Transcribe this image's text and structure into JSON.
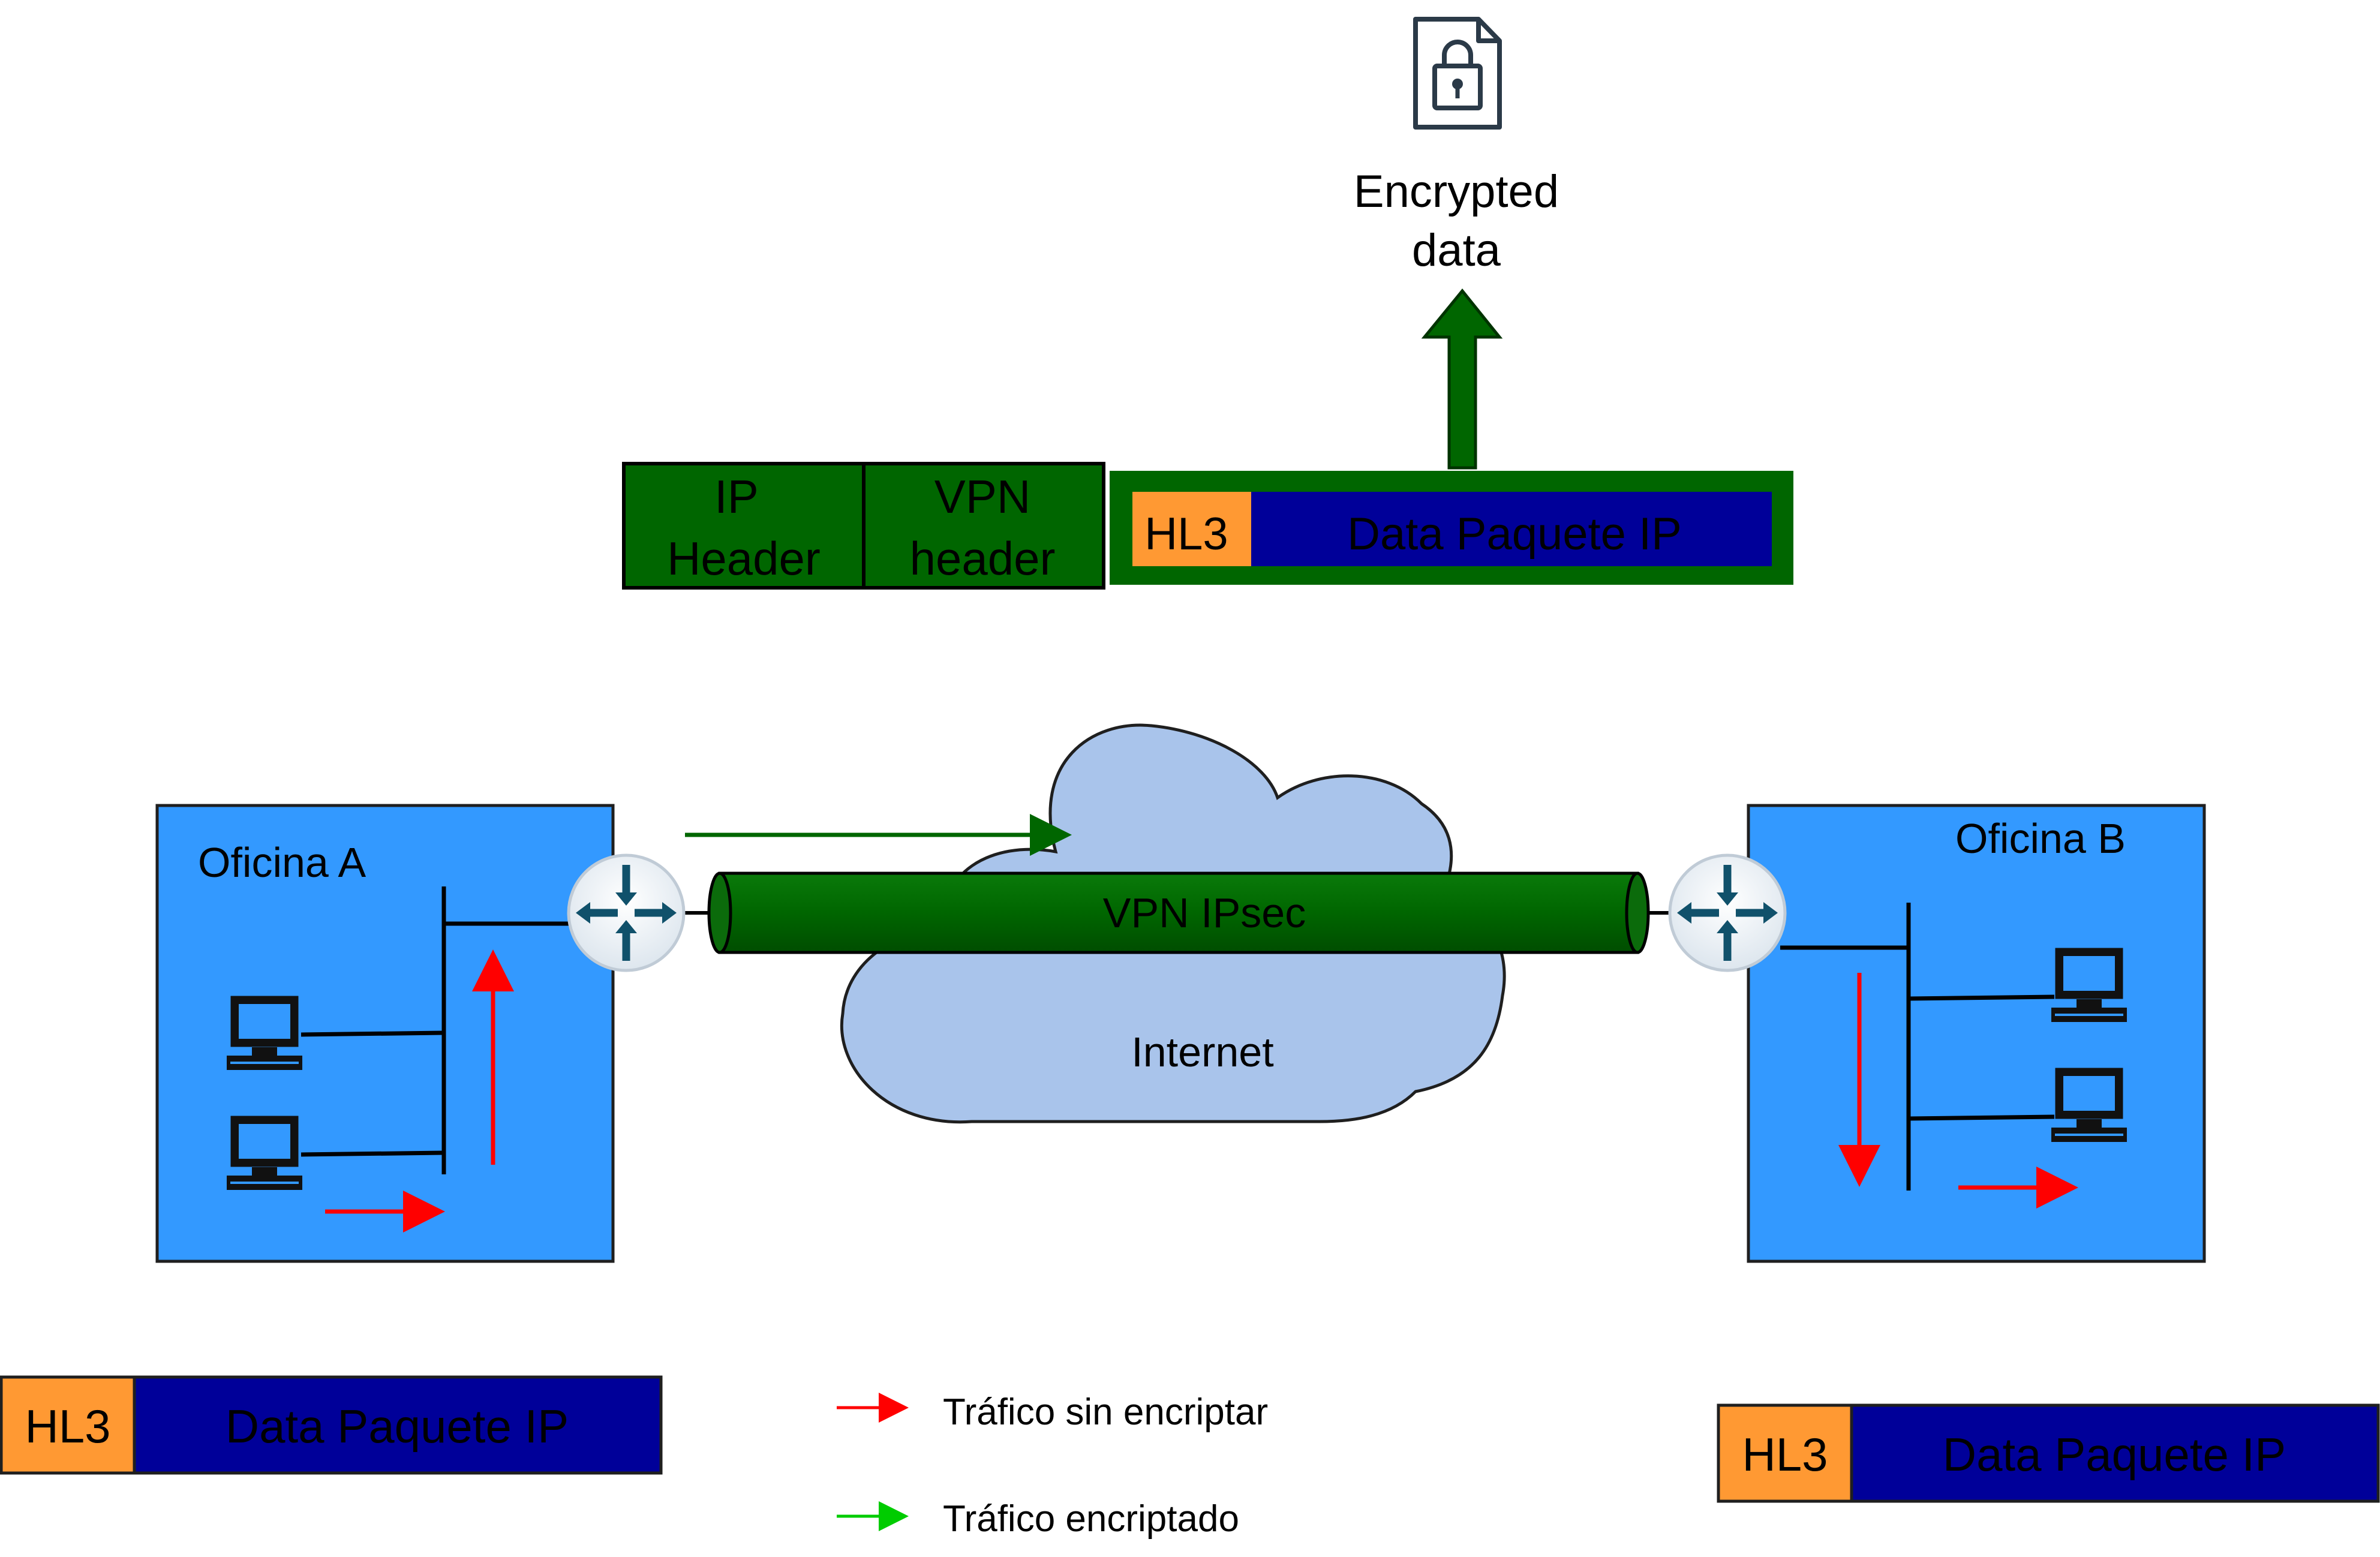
{
  "encrypted_label": {
    "line1": "Encrypted",
    "line2": "data"
  },
  "headers": {
    "ip": {
      "line1": "IP",
      "line2": "Header"
    },
    "vpn": {
      "line1": "VPN",
      "line2": "header"
    }
  },
  "packet": {
    "hl3": "HL3",
    "data": "Data Paquete IP"
  },
  "tunnel_label": "VPN IPsec",
  "cloud_label": "Internet",
  "office_a": {
    "label": "Oficina A"
  },
  "office_b": {
    "label": "Oficina B"
  },
  "legend": {
    "unencrypted": {
      "label": "Tráfico sin encriptar",
      "color": "#ff0000"
    },
    "encrypted": {
      "label": "Tráfico encriptado",
      "color": "#00cc00"
    }
  },
  "colors": {
    "office_fill": "#3399ff",
    "cloud_fill": "#a9c4eb",
    "tunnel_fill": "#006600",
    "packet_data": "#000099",
    "packet_hl3": "#ff9933",
    "router_icon": "#10516b"
  },
  "icons": [
    "lock-document-icon",
    "router-icon",
    "computer-icon"
  ]
}
